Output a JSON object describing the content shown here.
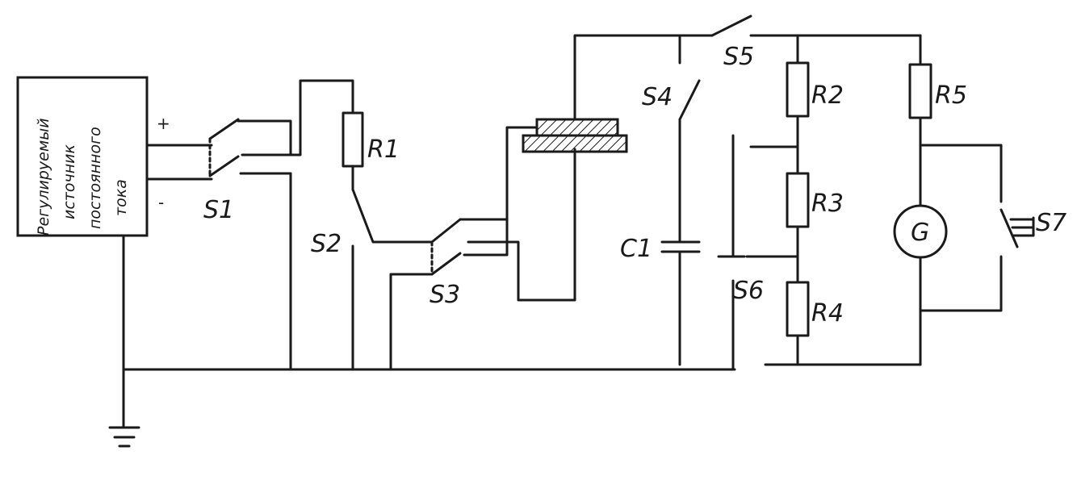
{
  "source_box": {
    "lines": [
      "Регулируемый",
      "источник",
      "постоянного",
      "тока"
    ]
  },
  "polarity": {
    "plus": "+",
    "minus": "-"
  },
  "labels": {
    "S1": "S1",
    "S2": "S2",
    "S3": "S3",
    "S4": "S4",
    "S5": "S5",
    "S6": "S6",
    "S7": "S7",
    "R1": "R1",
    "R2": "R2",
    "R3": "R3",
    "R4": "R4",
    "R5": "R5",
    "C1": "C1",
    "G": "G"
  }
}
